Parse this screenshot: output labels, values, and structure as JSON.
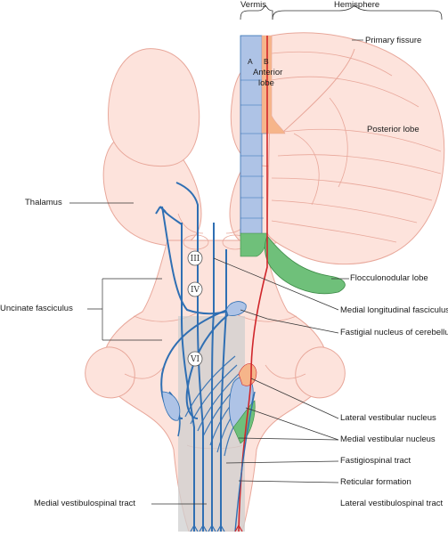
{
  "labels": {
    "vermis": "Vermis",
    "hemisphere": "Hemisphere",
    "primary_fissure": "Primary fissure",
    "a": "A",
    "b": "B",
    "anterior": "Anterior",
    "lobe": "lobe",
    "posterior_lobe": "Posterior lobe",
    "thalamus": "Thalamus",
    "flocculonodular_lobe": "Flocculonodular lobe",
    "uncinate_fasciculus": "Uncinate fasciculus",
    "medial_longitudinal_fasciculus": "Medial longitudinal fasciculus",
    "fastigial_nucleus": "Fastigial nucleus of cerebellum",
    "lateral_vestibular_nucleus": "Lateral vestibular nucleus",
    "medial_vestibular_nucleus": "Medial vestibular nucleus",
    "fastigiospinal_tract": "Fastigiospinal tract",
    "reticular_formation": "Reticular formation",
    "lateral_vestibulospinal_tract": "Lateral vestibulospinal tract",
    "medial_vestibulospinal_tract": "Medial vestibulospinal tract",
    "nerve_III": "III",
    "nerve_IV": "IV",
    "nerve_VI": "VI"
  },
  "colors": {
    "brain_fill": "#fde3dc",
    "brain_stroke": "#e8a79a",
    "tract_blue": "#2f6fb3",
    "vermis_blue": "#aec3e6",
    "anterior_orange": "#f6b58a",
    "flocculonodular_green": "#6fc07a",
    "lateral_tract_red": "#d0262b",
    "reticular_gray": "#cfcfcf",
    "leader_line": "#333333"
  }
}
